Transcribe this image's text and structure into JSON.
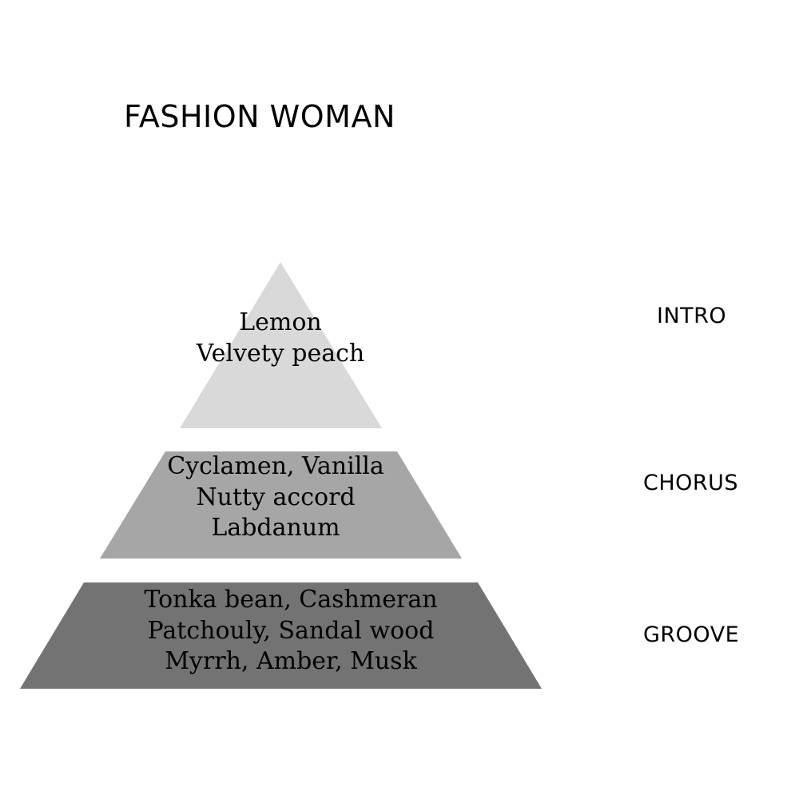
{
  "title": "FASHION WOMAN",
  "tiers": [
    {
      "label": "INTRO",
      "notes": [
        "Lemon",
        "Velvety peach"
      ],
      "fill": "#d9d9d9"
    },
    {
      "label": "CHORUS",
      "notes": [
        "Cyclamen, Vanilla",
        "Nutty accord",
        "Labdanum"
      ],
      "fill": "#a6a6a6"
    },
    {
      "label": "GROOVE",
      "notes": [
        "Tonka bean, Cashmeran",
        "Patchouly, Sandal wood",
        "Myrrh, Amber, Musk"
      ],
      "fill": "#737373"
    }
  ]
}
